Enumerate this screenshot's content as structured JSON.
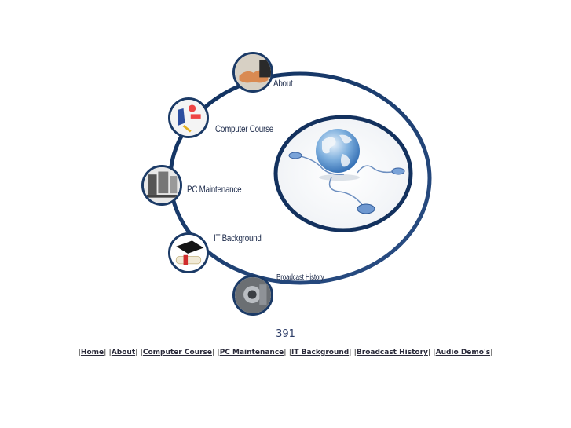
{
  "nav": {
    "items": [
      {
        "label": "About"
      },
      {
        "label": "Computer Course"
      },
      {
        "label": "PC Maintenance"
      },
      {
        "label": "IT Background"
      },
      {
        "label": "Broadcast History"
      }
    ]
  },
  "counter": "391",
  "footer": {
    "links": [
      "Home",
      "About",
      "Computer Course",
      "PC Maintenance",
      "IT Background",
      "Broadcast History",
      "Audio Demo's"
    ]
  },
  "colors": {
    "ring": "#1b3a66",
    "text": "#1c2a4a"
  }
}
